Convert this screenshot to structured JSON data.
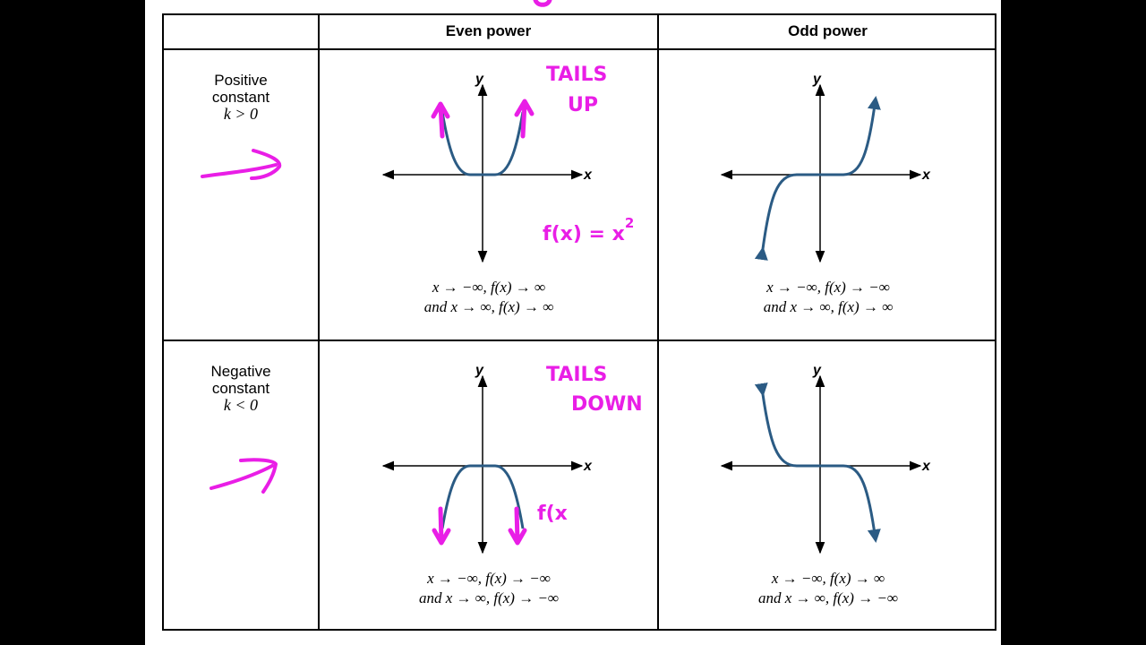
{
  "headers": {
    "even": "Even power",
    "odd": "Odd power"
  },
  "rows": [
    {
      "label_line1": "Positive",
      "label_line2": "constant",
      "label_math": "k > 0",
      "even_caption": [
        "x → −∞, f(x) → ∞",
        "and x → ∞, f(x) → ∞"
      ],
      "odd_caption": [
        "x → −∞, f(x) → −∞",
        "and x → ∞, f(x) → ∞"
      ]
    },
    {
      "label_line1": "Negative",
      "label_line2": "constant",
      "label_math": "k < 0",
      "even_caption": [
        "x → −∞, f(x) → −∞",
        "and x → ∞, f(x) → −∞"
      ],
      "odd_caption": [
        "x → −∞, f(x) → ∞",
        "and x → ∞, f(x) → −∞"
      ]
    }
  ],
  "axis_labels": {
    "x": "x",
    "y": "y"
  },
  "annotations": {
    "tails_up_line1": "TAILS",
    "tails_up_line2": "UP",
    "tails_down_line1": "TAILS",
    "tails_down_line2": "DOWN",
    "function_label": "f(x) = x",
    "function_exponent": "2",
    "function_partial": "f(x"
  },
  "colors": {
    "curve": "#2b5b84",
    "ink": "#e91ee6",
    "axis": "#000000"
  }
}
